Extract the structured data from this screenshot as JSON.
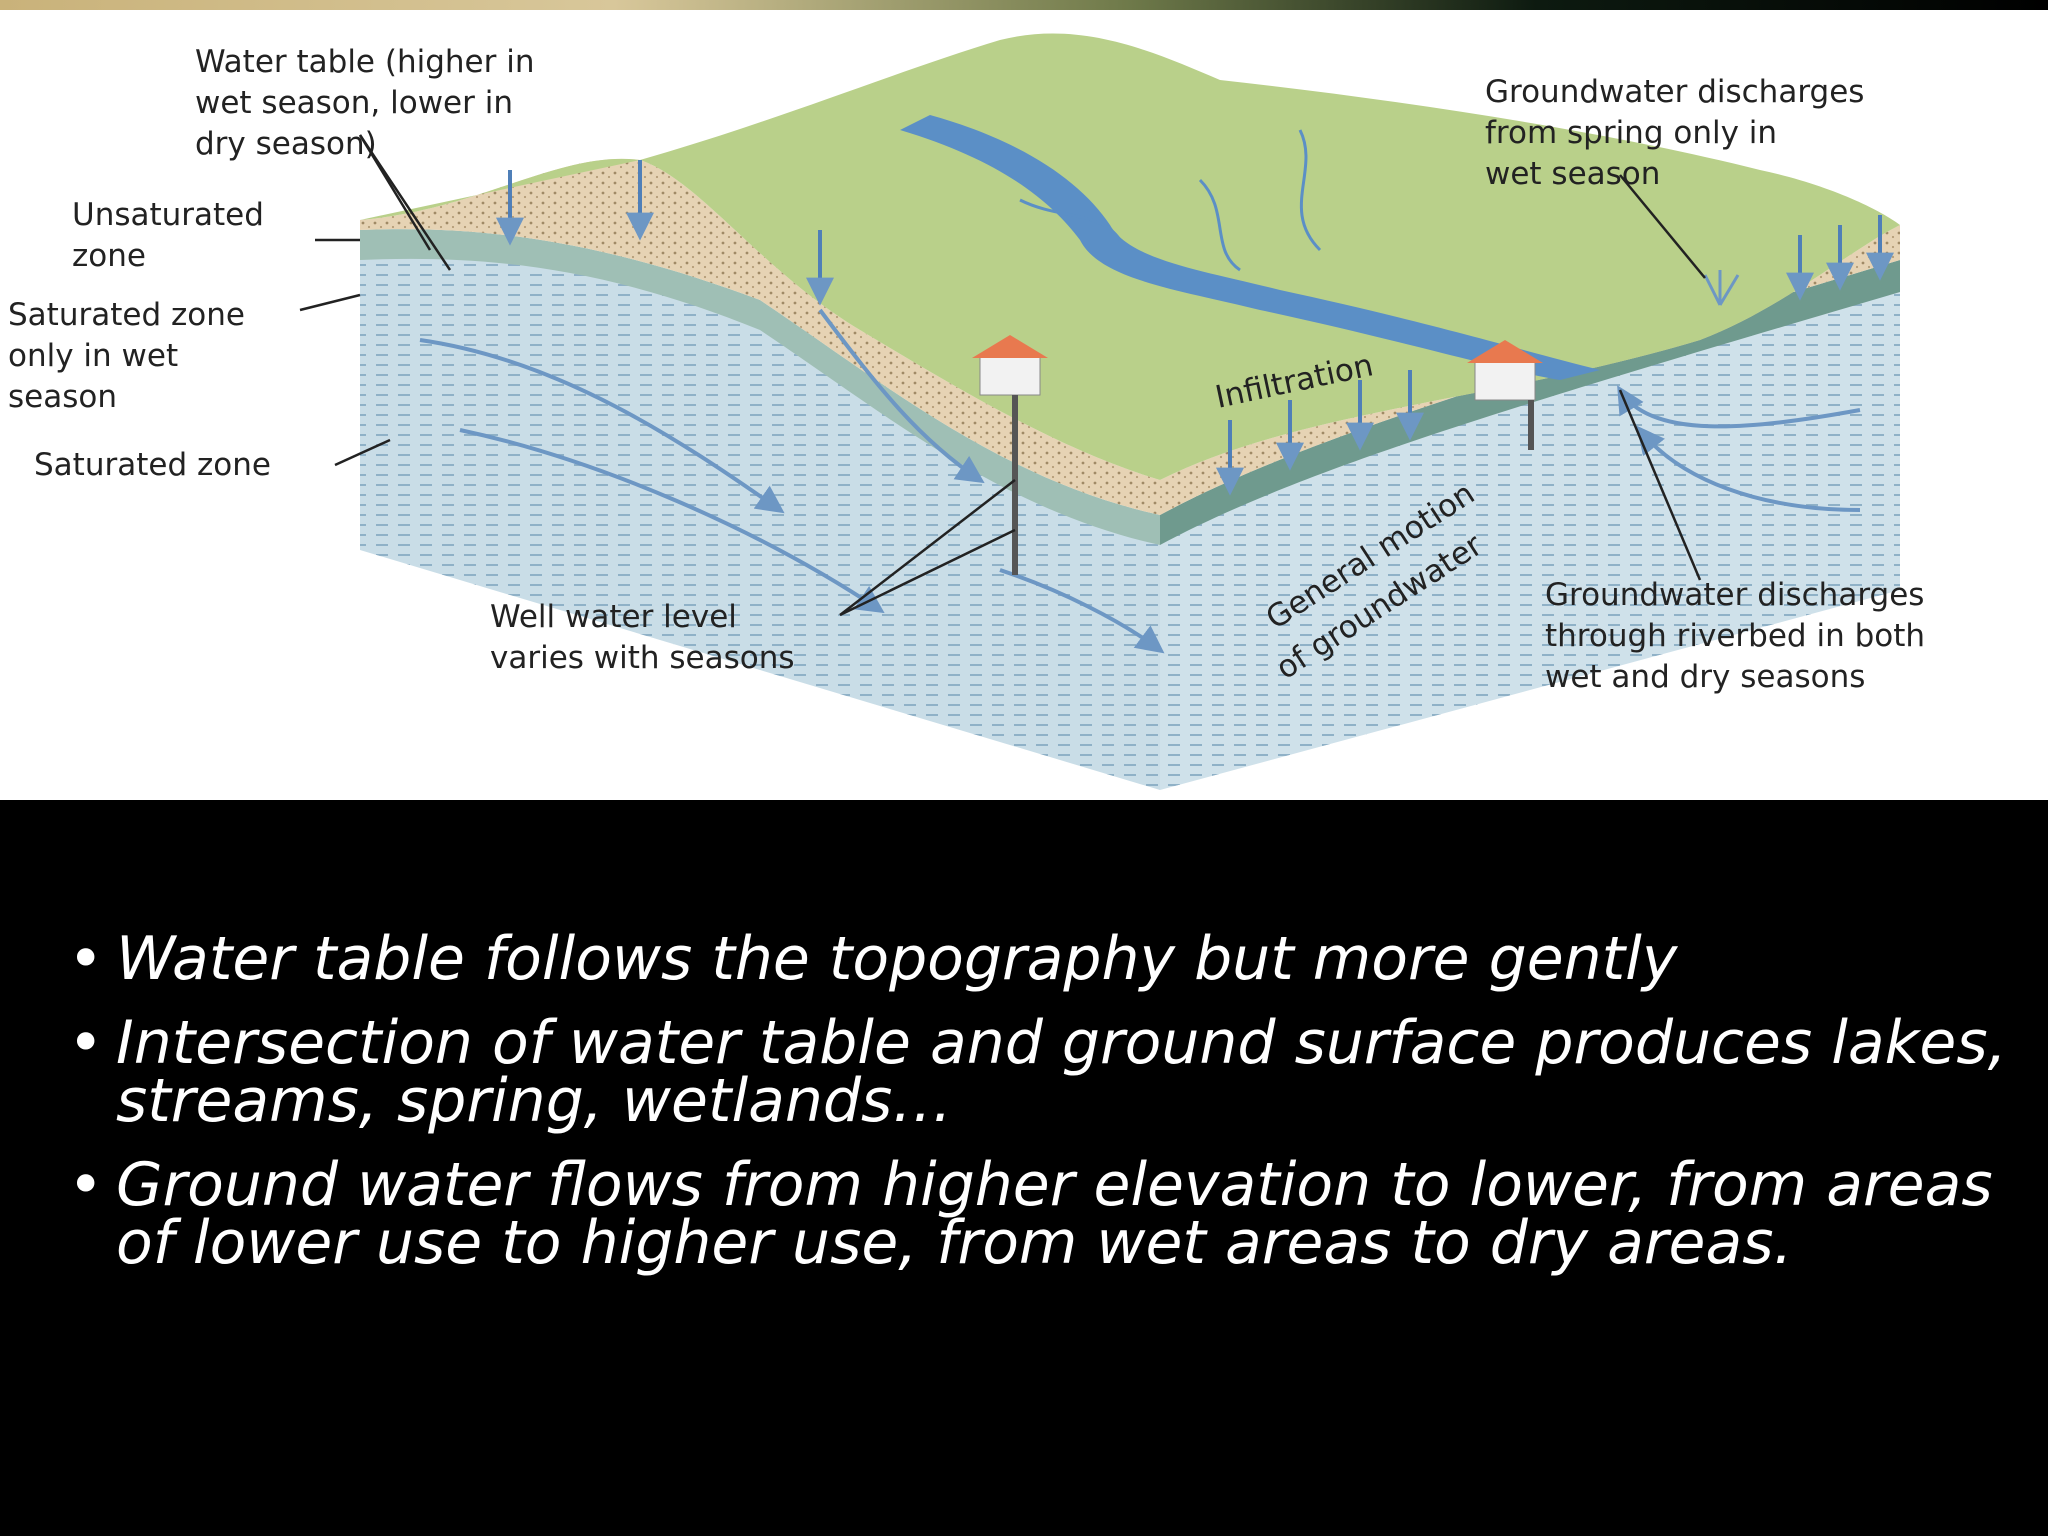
{
  "colors": {
    "background": "#000000",
    "panel": "#ffffff",
    "terrain_green": "#b9d08a",
    "unsaturated": "#e6d3b4",
    "saturated": "#c9dde7",
    "water": "#5b8fc6"
  },
  "diagram": {
    "labels": {
      "water_table_1": "Water table (higher in",
      "water_table_2": "wet season, lower in",
      "water_table_3": "dry season)",
      "unsaturated_1": "Unsaturated",
      "unsaturated_2": "zone",
      "sat_wet_1": "Saturated zone",
      "sat_wet_2": "only in wet",
      "sat_wet_3": "season",
      "saturated": "Saturated zone",
      "well_1": "Well water level",
      "well_2": "varies with seasons",
      "infiltration": "Infiltration",
      "general_1": "General motion",
      "general_2": "of groundwater",
      "spring_1": "Groundwater discharges",
      "spring_2": "from spring only in",
      "spring_3": "wet season",
      "riverbed_1": "Groundwater discharges",
      "riverbed_2": "through riverbed in both",
      "riverbed_3": "wet and dry seasons"
    }
  },
  "bullets": [
    "Water table follows the topography but more gently",
    "Intersection of water table and ground surface produces lakes, streams, spring, wetlands…",
    "Ground water flows from higher elevation to lower, from areas of lower use to higher use, from wet areas to dry areas."
  ]
}
